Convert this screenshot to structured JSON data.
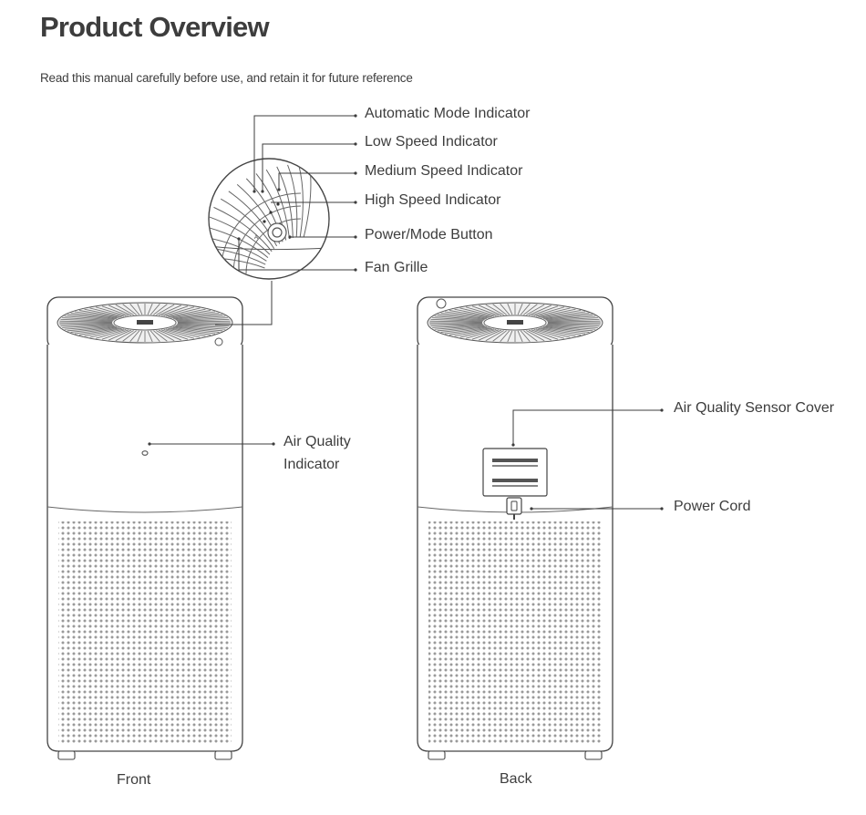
{
  "header": {
    "title": "Product Overview",
    "subtitle": "Read this manual carefully before use, and retain it for future reference"
  },
  "callouts": {
    "auto_mode": "Automatic Mode Indicator",
    "low_speed": "Low Speed Indicator",
    "medium_speed": "Medium Speed Indicator",
    "high_speed": "High Speed Indicator",
    "power_button": "Power/Mode Button",
    "fan_grille": "Fan Grille",
    "air_quality_line1": "Air Quality",
    "air_quality_line2": "Indicator",
    "sensor_cover": "Air Quality Sensor Cover",
    "power_cord": "Power Cord"
  },
  "captions": {
    "front": "Front",
    "back": "Back"
  },
  "colors": {
    "line": "#3d3d3d",
    "text": "#3d3d3d"
  }
}
